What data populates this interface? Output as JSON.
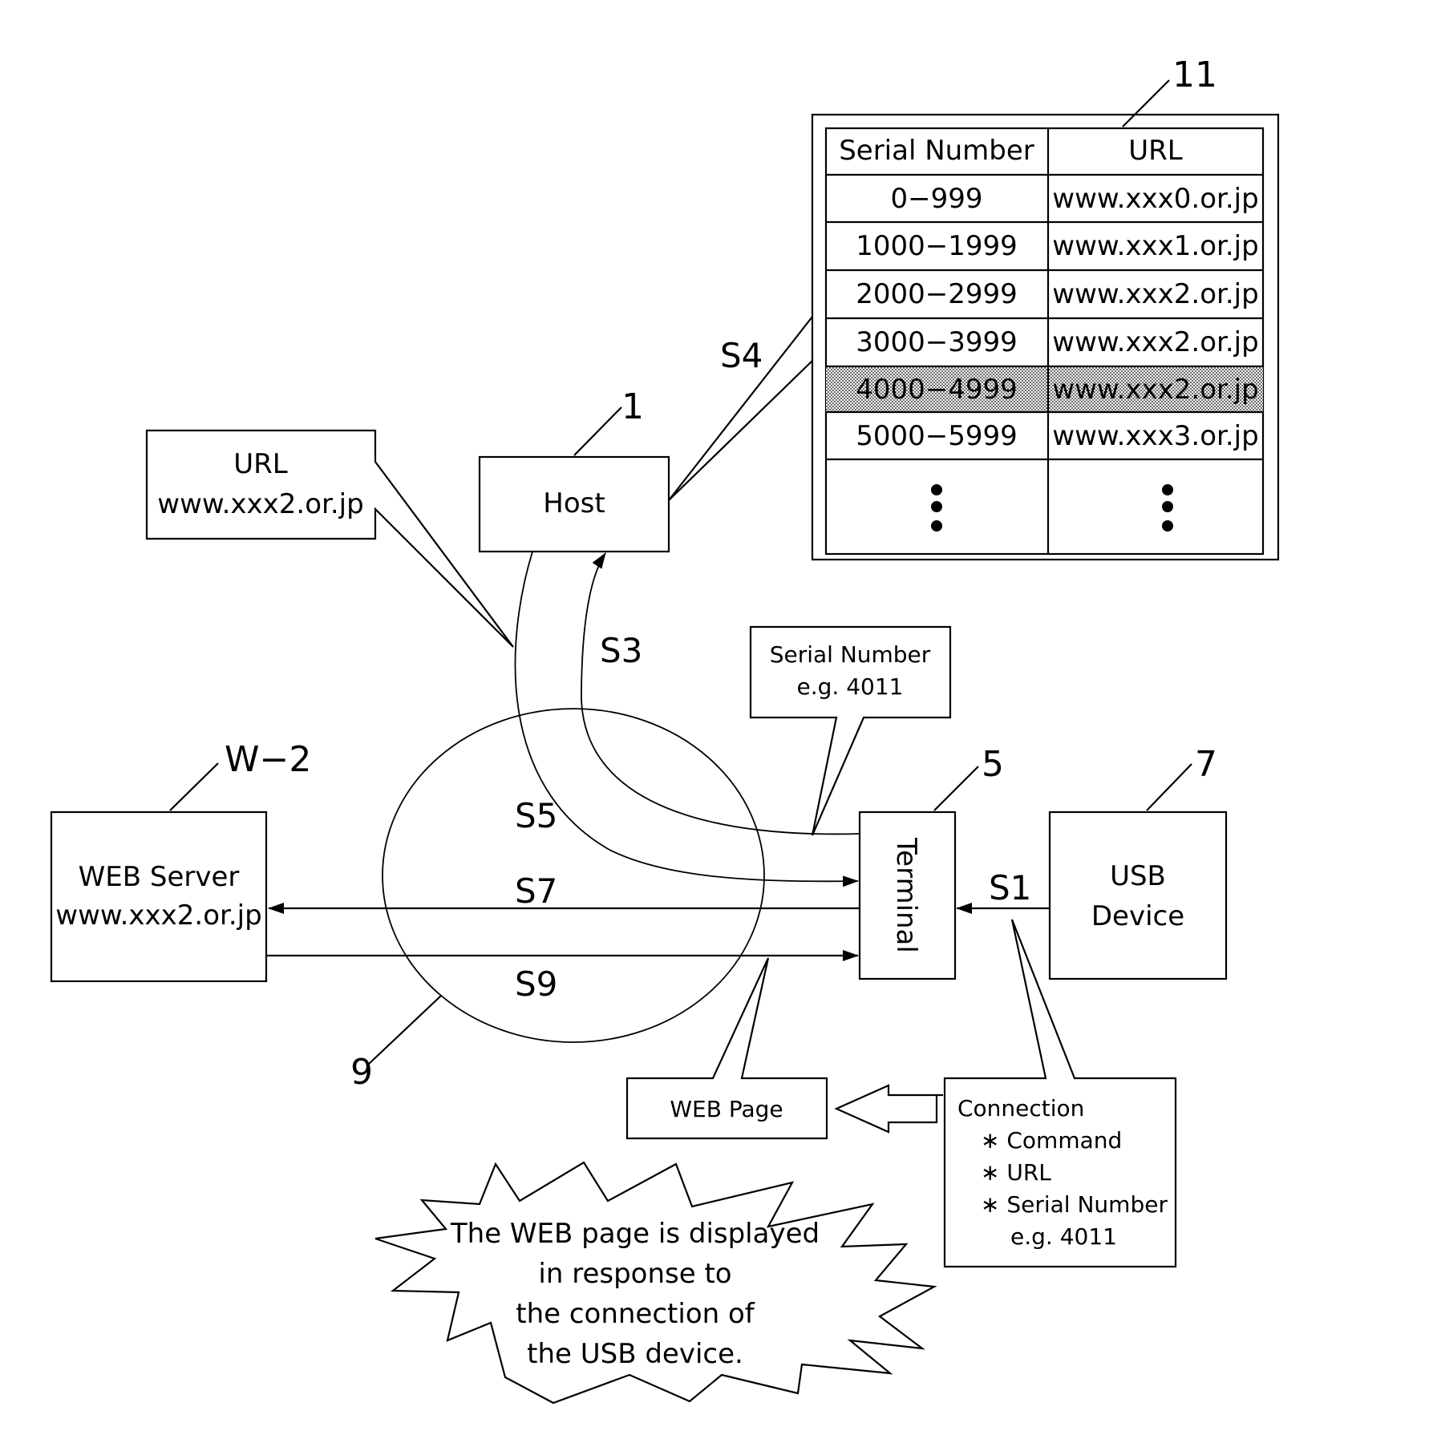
{
  "refs": {
    "table": "11",
    "host": "1",
    "terminal": "5",
    "usb": "7",
    "web_server": "W−2",
    "network": "9"
  },
  "steps": {
    "s1": "S1",
    "s3": "S3",
    "s4": "S4",
    "s5": "S5",
    "s7": "S7",
    "s9": "S9"
  },
  "host_label": "Host",
  "terminal_label": "Terminal",
  "usb_device": {
    "line1": "USB",
    "line2": "Device"
  },
  "web_server": {
    "line1": "WEB Server",
    "line2": "www.xxx2.or.jp"
  },
  "url_callout": {
    "line1": "URL",
    "line2": "www.xxx2.or.jp"
  },
  "serial_callout": {
    "line1": "Serial Number",
    "line2": "e.g. 4011"
  },
  "web_page_label": "WEB Page",
  "connection_callout": {
    "title": "Connection",
    "items": [
      "∗ Command",
      "∗ URL",
      "∗ Serial Number"
    ],
    "example": "e.g. 4011"
  },
  "bubble_text": [
    "The WEB page is displayed",
    "in response to",
    "the connection of",
    "the USB device."
  ],
  "table": {
    "headers": [
      "Serial Number",
      "URL"
    ],
    "rows": [
      [
        "0−999",
        "www.xxx0.or.jp"
      ],
      [
        "1000−1999",
        "www.xxx1.or.jp"
      ],
      [
        "2000−2999",
        "www.xxx2.or.jp"
      ],
      [
        "3000−3999",
        "www.xxx2.or.jp"
      ],
      [
        "4000−4999",
        "www.xxx2.or.jp"
      ],
      [
        "5000−5999",
        "www.xxx3.or.jp"
      ]
    ],
    "highlighted_row": 4
  }
}
